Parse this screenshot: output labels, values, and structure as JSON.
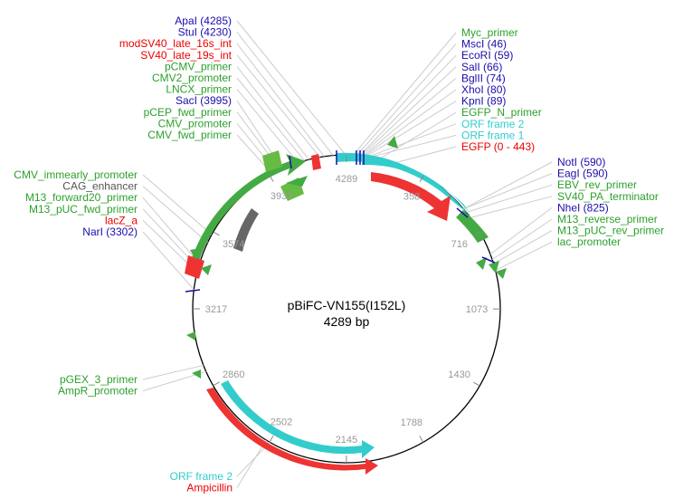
{
  "plasmid": {
    "name": "pBiFC-VN155(I152L)",
    "size_label": "4289 bp",
    "total_bp": 4289
  },
  "colors": {
    "enzyme": "#1a0dab",
    "primer": "#2ca02c",
    "orf": "#33cccc",
    "gene": "#ee0000",
    "gray": "#555555"
  },
  "ticks": [
    {
      "label": "4289",
      "pos": 0
    },
    {
      "label": "358",
      "pos": 358
    },
    {
      "label": "716",
      "pos": 716
    },
    {
      "label": "1073",
      "pos": 1073
    },
    {
      "label": "1430",
      "pos": 1430
    },
    {
      "label": "1788",
      "pos": 1788
    },
    {
      "label": "2145",
      "pos": 2145
    },
    {
      "label": "2502",
      "pos": 2502
    },
    {
      "label": "2860",
      "pos": 2860
    },
    {
      "label": "3217",
      "pos": 3217
    },
    {
      "label": "3574",
      "pos": 3574
    },
    {
      "label": "3932",
      "pos": 3932
    }
  ],
  "labels_left": [
    {
      "text": "ApaI (4285)",
      "kind": "enzyme",
      "pos": 4285
    },
    {
      "text": "StuI (4230)",
      "kind": "enzyme",
      "pos": 4230
    },
    {
      "text": "modSV40_late_16s_int",
      "kind": "gene",
      "pos": 4190
    },
    {
      "text": "SV40_late_19s_int",
      "kind": "gene",
      "pos": 4170
    },
    {
      "text": "pCMV_primer",
      "kind": "primer",
      "pos": 4120
    },
    {
      "text": "CMV2_promoter",
      "kind": "primer",
      "pos": 4100
    },
    {
      "text": "LNCX_primer",
      "kind": "primer",
      "pos": 4070
    },
    {
      "text": "SacI (3995)",
      "kind": "enzyme",
      "pos": 3995
    },
    {
      "text": "pCEP_fwd_primer",
      "kind": "primer",
      "pos": 3985
    },
    {
      "text": "CMV_promoter",
      "kind": "primer",
      "pos": 3965
    },
    {
      "text": "CMV_fwd_primer",
      "kind": "primer",
      "pos": 3945
    },
    {
      "text": "CMV_immearly_promoter",
      "kind": "primer",
      "pos": 3560
    },
    {
      "text": "CAG_enhancer",
      "kind": "gray",
      "pos": 3520
    },
    {
      "text": "M13_forward20_primer",
      "kind": "primer",
      "pos": 3420
    },
    {
      "text": "M13_pUC_fwd_primer",
      "kind": "primer",
      "pos": 3400
    },
    {
      "text": "lacZ_a",
      "kind": "gene",
      "pos": 3380
    },
    {
      "text": "NarI (3302)",
      "kind": "enzyme",
      "pos": 3302
    },
    {
      "text": "pGEX_3_primer",
      "kind": "primer",
      "pos": 2960
    },
    {
      "text": "AmpR_promoter",
      "kind": "primer",
      "pos": 2930
    }
  ],
  "labels_right": [
    {
      "text": "Myc_primer",
      "kind": "primer",
      "pos": 30
    },
    {
      "text": "MscI (46)",
      "kind": "enzyme",
      "pos": 46
    },
    {
      "text": "EcoRI (59)",
      "kind": "enzyme",
      "pos": 59
    },
    {
      "text": "SalI (66)",
      "kind": "enzyme",
      "pos": 66
    },
    {
      "text": "BglII (74)",
      "kind": "enzyme",
      "pos": 74
    },
    {
      "text": "XhoI (80)",
      "kind": "enzyme",
      "pos": 80
    },
    {
      "text": "KpnI (89)",
      "kind": "enzyme",
      "pos": 89
    },
    {
      "text": "EGFP_N_primer",
      "kind": "primer",
      "pos": 150
    },
    {
      "text": "ORF frame 2",
      "kind": "orf",
      "pos": 100
    },
    {
      "text": "ORF frame 1",
      "kind": "orf",
      "pos": 110
    },
    {
      "text": "EGFP (0 - 443)",
      "kind": "gene",
      "pos": 220
    },
    {
      "text": "NotI (590)",
      "kind": "enzyme",
      "pos": 590
    },
    {
      "text": "EagI (590)",
      "kind": "enzyme",
      "pos": 590
    },
    {
      "text": "EBV_rev_primer",
      "kind": "primer",
      "pos": 610
    },
    {
      "text": "SV40_PA_terminator",
      "kind": "primer",
      "pos": 640
    },
    {
      "text": "NheI (825)",
      "kind": "enzyme",
      "pos": 825
    },
    {
      "text": "M13_reverse_primer",
      "kind": "primer",
      "pos": 850
    },
    {
      "text": "M13_pUC_rev_primer",
      "kind": "primer",
      "pos": 870
    },
    {
      "text": "lac_promoter",
      "kind": "primer",
      "pos": 900
    }
  ],
  "labels_bottom": [
    {
      "text": "ORF frame 2",
      "kind": "orf",
      "pos": 2500
    },
    {
      "text": "Ampicillin",
      "kind": "gene",
      "pos": 2520
    }
  ]
}
